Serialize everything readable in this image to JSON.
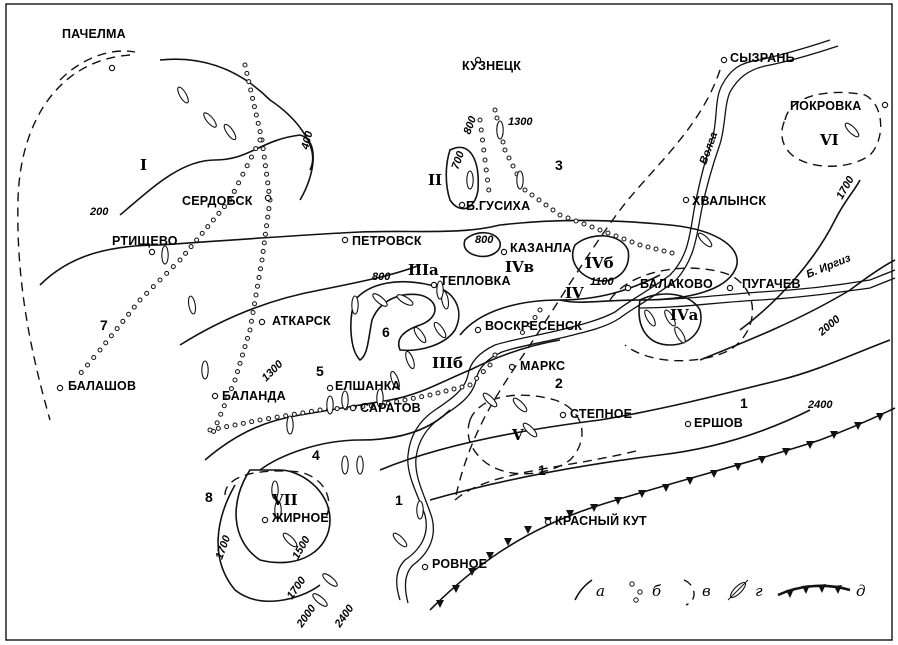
{
  "cities": {
    "pachelma": "ПАЧЕЛМА",
    "kuznetsk": "КУЗНЕЦК",
    "syzran": "СЫЗРАНЬ",
    "pokrovka": "ПОКРОВКА",
    "serdobsk": "СЕРДОБСК",
    "b_gusikha": "Б.ГУСИХА",
    "khvalynsk": "ХВАЛЫНСК",
    "rtishchevo": "РТИЩЕВО",
    "petrovsk": "ПЕТРОВСК",
    "kazanla": "КАЗАНЛА",
    "teplovka": "ТЕПЛОВКА",
    "balakovo": "БАЛАКОВО",
    "pugachev": "ПУГАЧЕВ",
    "atkarsk": "АТКАРСК",
    "voskresensk": "ВОСКРЕСЕНСК",
    "marks": "МАРКС",
    "balashov": "БАЛАШОВ",
    "balanda": "БАЛАНДА",
    "elshanka": "ЕЛШАНКА",
    "saratov": "САРАТОВ",
    "stepnoe": "СТЕПНОЕ",
    "ershov": "ЕРШОВ",
    "zhirnoe": "ЖИРНОЕ",
    "krasny_kut": "КРАСНЫЙ КУТ",
    "rovnoe": "РОВНОЕ"
  },
  "rivers": {
    "volga": "Волга",
    "b_irgiz": "Б. Иргиз"
  },
  "zones": {
    "I": "I",
    "II": "II",
    "IIIa": "IIIа",
    "IIIb": "IIIб",
    "IV": "IV",
    "IVa": "IVа",
    "IVb": "IVб",
    "IVv": "IVв",
    "V": "V",
    "VI": "VI",
    "VII": "VII"
  },
  "areas": [
    "1",
    "2",
    "3",
    "4",
    "5",
    "6",
    "7",
    "8"
  ],
  "contour_labels": {
    "c200": "200",
    "c400": "400",
    "c700": "700",
    "c800a": "800",
    "c800b": "800",
    "c800c": "800",
    "c1100": "1100",
    "c1300a": "1300",
    "c1300b": "1300",
    "c1500": "1500",
    "c1700a": "1700",
    "c1700b": "1700",
    "c1700c": "1700",
    "c2000a": "2000",
    "c2000b": "2000",
    "c2400a": "2400",
    "c2400b": "2400"
  },
  "legend": {
    "a": "а",
    "b": "б",
    "v": "в",
    "g": "г",
    "d": "д"
  }
}
